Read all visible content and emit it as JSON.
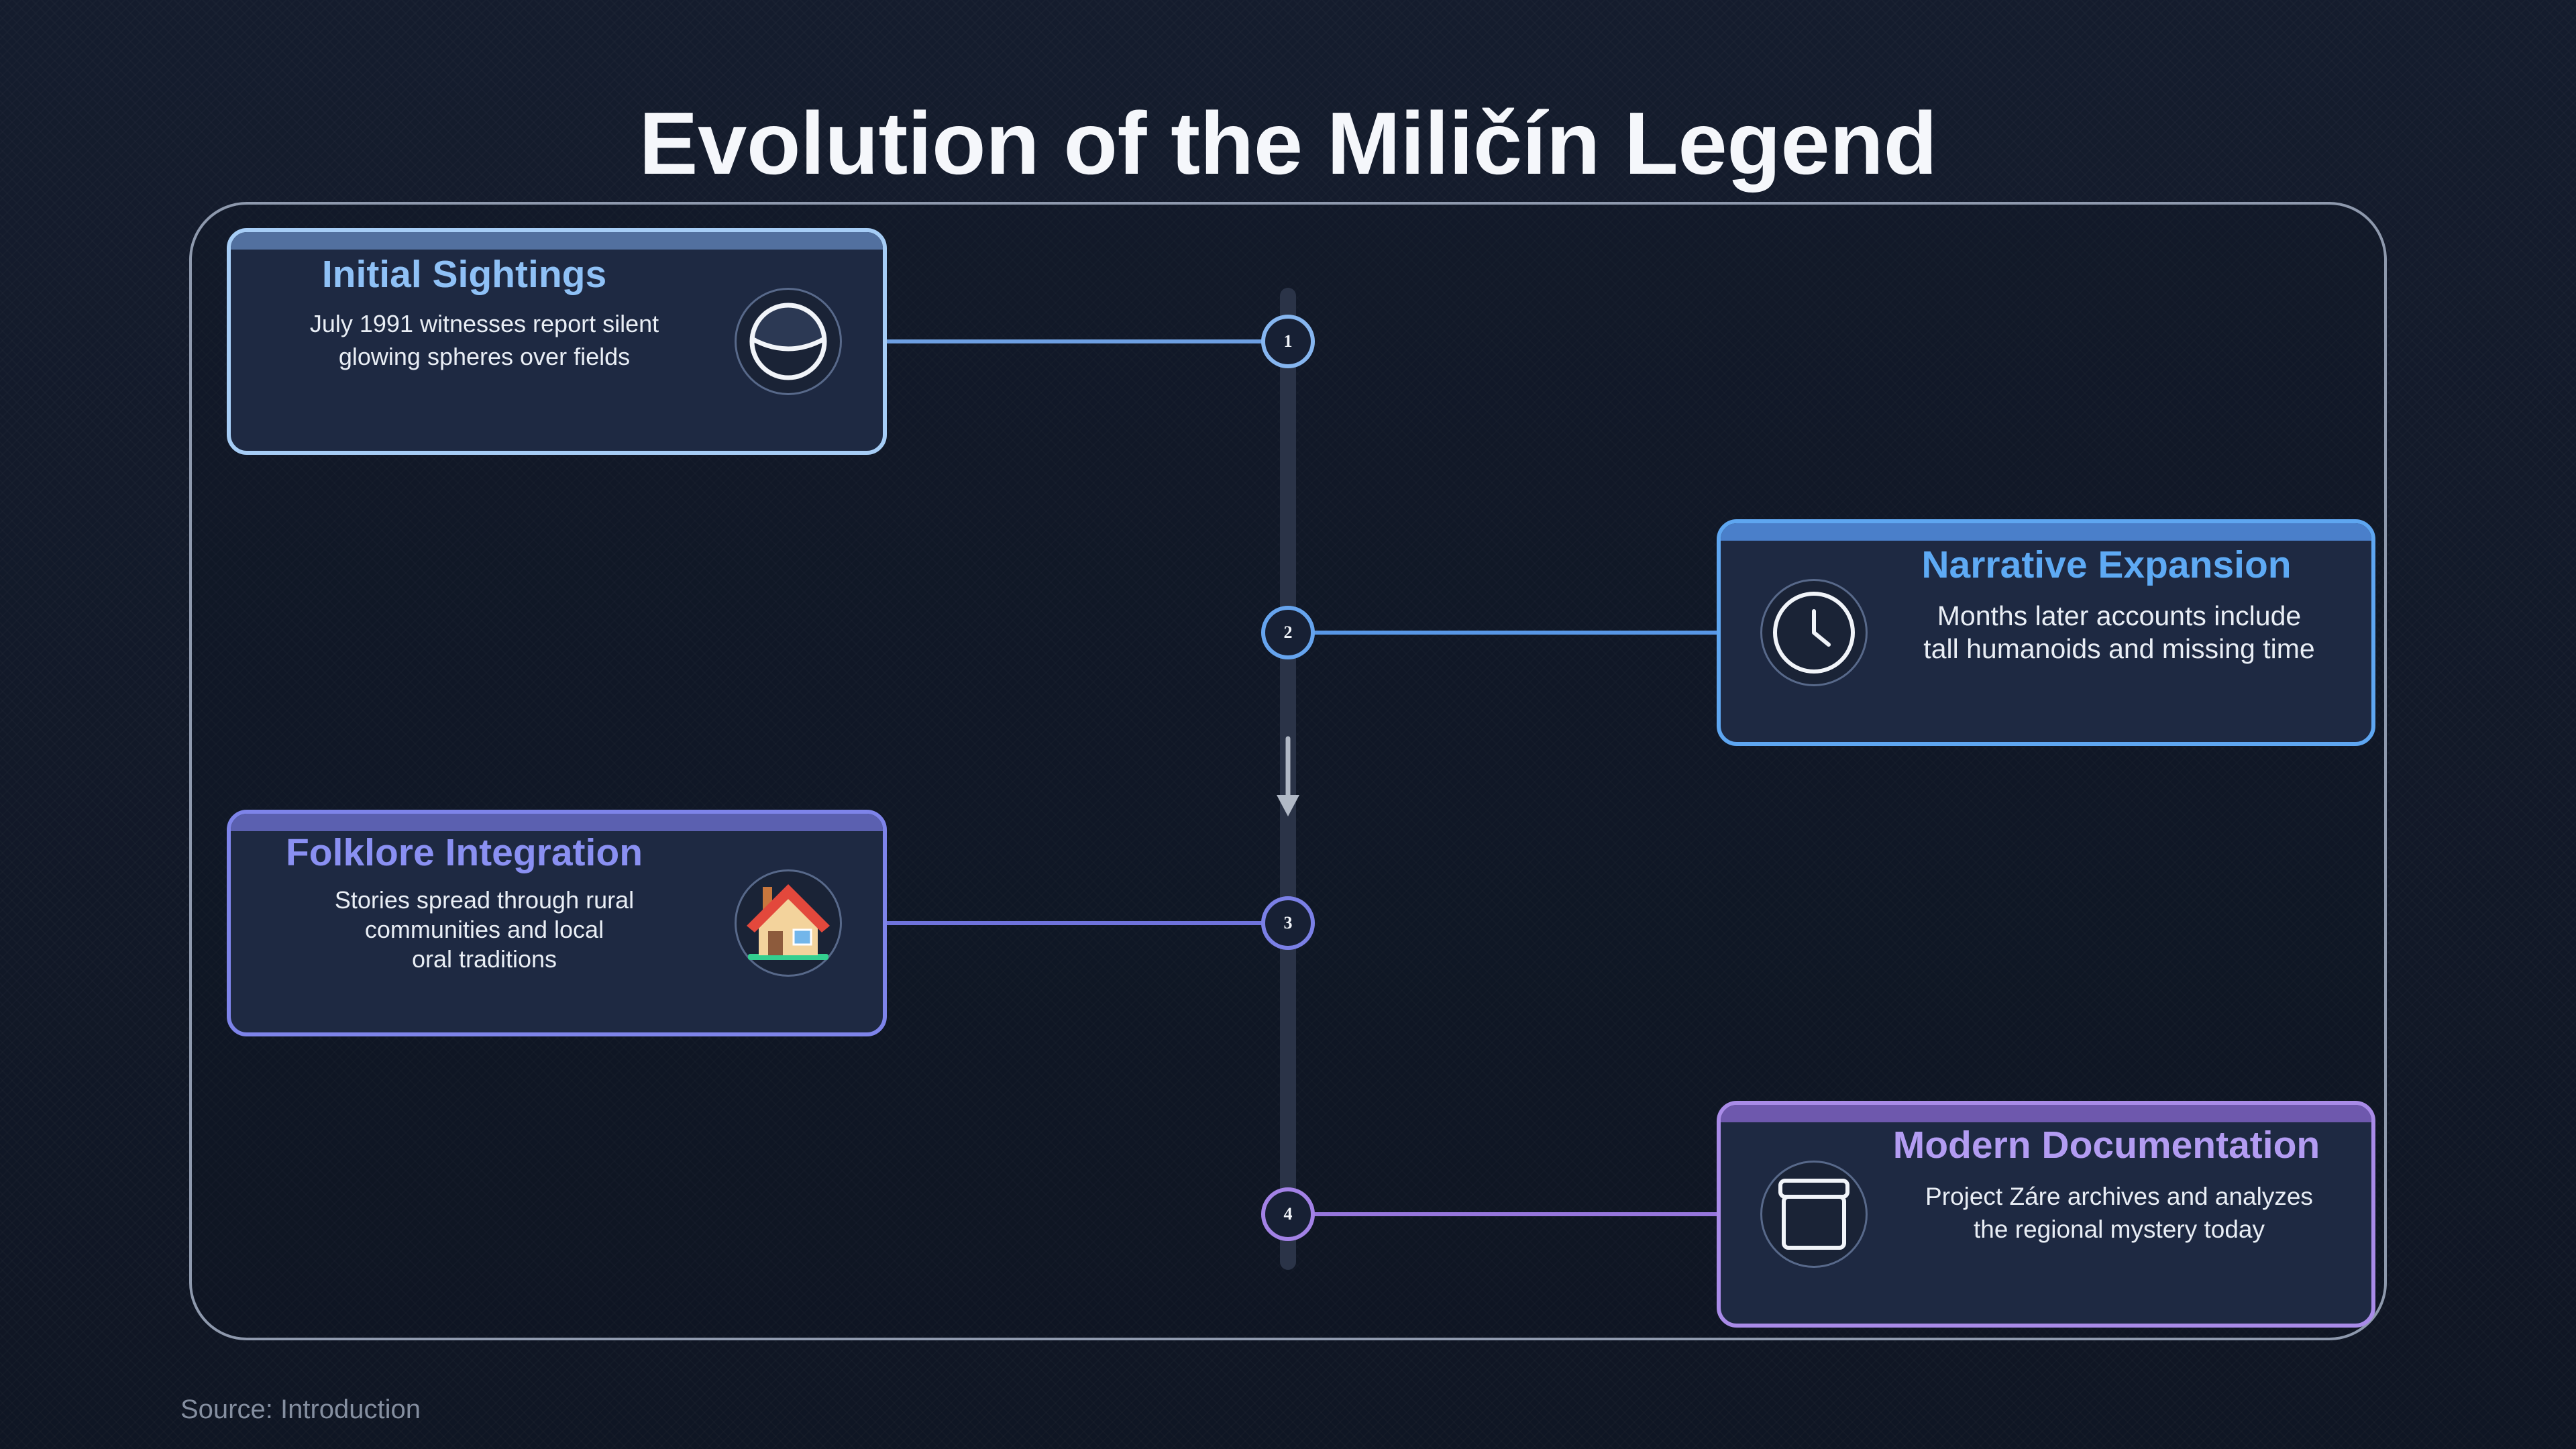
{
  "title": "Evolution of the Miličín Legend",
  "source": "Source: Introduction",
  "theme": {
    "background": "#131a2a",
    "panel": "#8e99ad",
    "axis": "#2a3347",
    "arrow": "#b1b9c6",
    "text": "#eef2f8",
    "card": "#1e2942",
    "muted": "#858fa0"
  },
  "axis_icon": "arrow-down-icon",
  "steps": [
    {
      "number": "1",
      "title": "Initial Sightings",
      "description": [
        "July 1991 witnesses report silent",
        "glowing spheres over fields"
      ],
      "icon": "sphere-icon",
      "colors": {
        "border": "#a6cdf6",
        "band": "#52709f",
        "title": "#8fc1f6",
        "line": "#6d9fe2",
        "node": "#86b6f0"
      }
    },
    {
      "number": "2",
      "title": "Narrative Expansion",
      "description": [
        "Months later accounts include",
        "tall humanoids and missing time"
      ],
      "icon": "clock-icon",
      "colors": {
        "border": "#5ea6f1",
        "band": "#4a7fca",
        "title": "#5eaaf4",
        "line": "#5897e6",
        "node": "#66a4ee"
      }
    },
    {
      "number": "3",
      "title": "Folklore Integration",
      "description": [
        "Stories spread through rural",
        "communities and local",
        "oral traditions"
      ],
      "icon": "house-icon",
      "colors": {
        "border": "#7e84ea",
        "band": "#5b60b0",
        "title": "#8a90f2",
        "line": "#6f73dc",
        "node": "#7b80e6"
      }
    },
    {
      "number": "4",
      "title": "Modern Documentation",
      "description": [
        "Project Záre archives and analyzes",
        "the regional mystery today"
      ],
      "icon": "archive-box-icon",
      "colors": {
        "border": "#a98be8",
        "band": "#6e58ad",
        "title": "#b39cf2",
        "line": "#9676dc",
        "node": "#a382e6"
      }
    }
  ]
}
